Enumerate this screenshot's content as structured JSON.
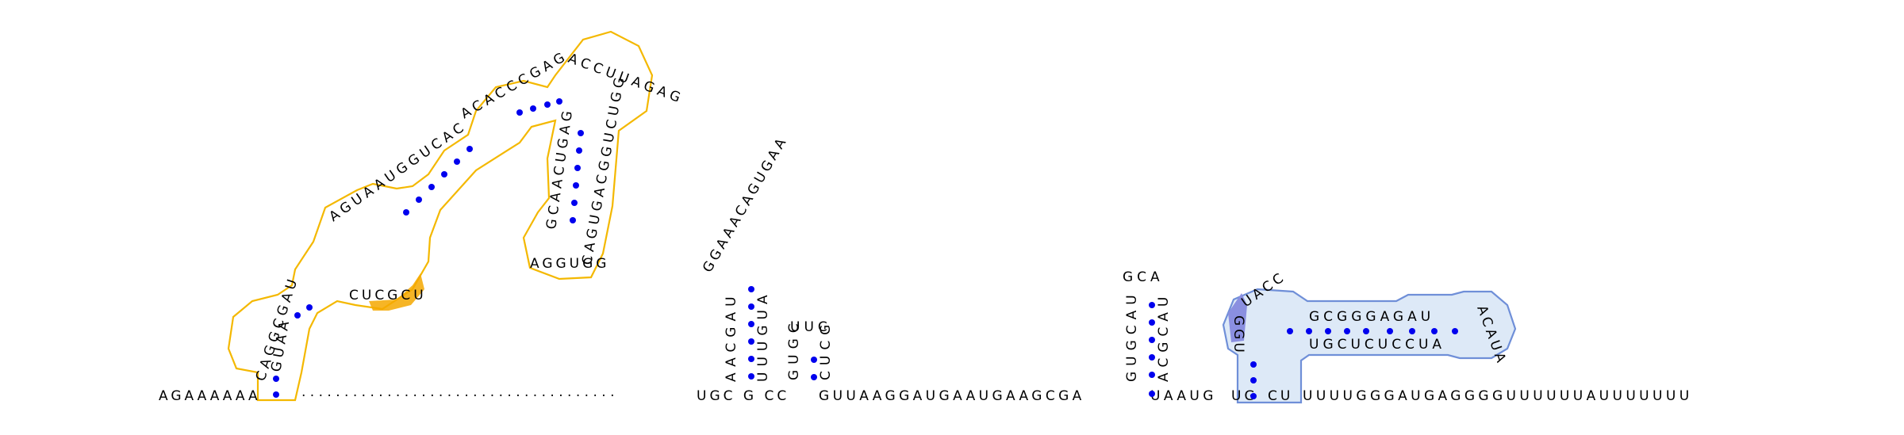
{
  "colors": {
    "orange": "#f4b800",
    "orange_fill": "#f4a800",
    "blue_outline": "#6f8fd8",
    "blue_fill": "#dde9f7",
    "blue_dark": "#8a8fe0",
    "pair_dot": "#0000ee"
  },
  "five_prime": "AGAAAAAA",
  "helix1": {
    "left": "CAGGCGAU",
    "loop": "GUAA"
  },
  "helix2": {
    "left": "AGUAAUGGUCAC",
    "right": "CUCGCU"
  },
  "helix3": {
    "top": "ACACCCGAG",
    "apical": "ACCUUAGAG"
  },
  "helix4": {
    "left": "GCAACUGAG",
    "right": "CAGUGACGGUCUGG",
    "bottom_loop": "AGGUGG"
  },
  "linker_dots": "· · · · · · · · · · · · · · · · · · · · · · · · · · · · · · · · · · · · ·",
  "hp1": {
    "left": "AACGAU",
    "right": "UUUGUA",
    "loop": "GGAAACAGUGAA"
  },
  "hp2": {
    "left": "GUGC",
    "right": "CUCG",
    "loop": "UUC"
  },
  "mid_strand": "UGC G CC",
  "between_strand": "GUUAAGGAUGAAUGAAGCGA",
  "hp3": {
    "left": "GUGCAU",
    "right": "ACGCAU",
    "loop": "GCA"
  },
  "post_hp3": "UAAUG",
  "pk": {
    "outer_left": "UG",
    "outer_right": "CU",
    "upper": "GCGGGAGAU",
    "lower": "UGCUCUCCUA",
    "turn": "ACAUA",
    "left_loop": "UACC",
    "dark_nts": "GGU"
  },
  "three_prime": "UUUUGGGAUGAGGGGUUUUUUAUUUUUUU"
}
